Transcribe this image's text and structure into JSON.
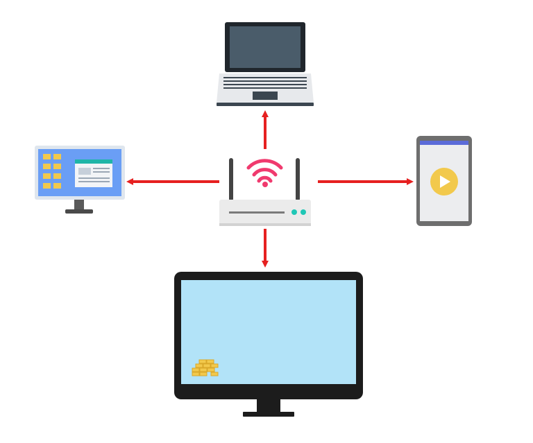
{
  "diagram": {
    "type": "network-topology",
    "hub": {
      "name": "wifi-router",
      "icon": "wifi-signal-icon",
      "status_led_color": "#1fc7b6"
    },
    "devices": [
      {
        "name": "laptop",
        "position": "top"
      },
      {
        "name": "desktop-monitor",
        "position": "left"
      },
      {
        "name": "tablet",
        "position": "right",
        "icon": "play-icon"
      },
      {
        "name": "large-monitor",
        "position": "bottom",
        "icon": "coin-stack-icon"
      }
    ],
    "connections": [
      {
        "from": "wifi-router",
        "to": "laptop",
        "direction": "outbound"
      },
      {
        "from": "wifi-router",
        "to": "desktop-monitor",
        "direction": "outbound"
      },
      {
        "from": "wifi-router",
        "to": "tablet",
        "direction": "outbound"
      },
      {
        "from": "wifi-router",
        "to": "large-monitor",
        "direction": "outbound"
      }
    ],
    "colors": {
      "arrow": "#e62020",
      "wifi_signal": "#f03a6e",
      "router_body": "#ebebeb",
      "screen_blue": "#b2e3f8",
      "desktop_screen": "#6a9ef5",
      "tablet_play": "#f2c94c",
      "laptop_screen": "#4a5c6a",
      "device_dark": "#1c1c1c"
    }
  }
}
